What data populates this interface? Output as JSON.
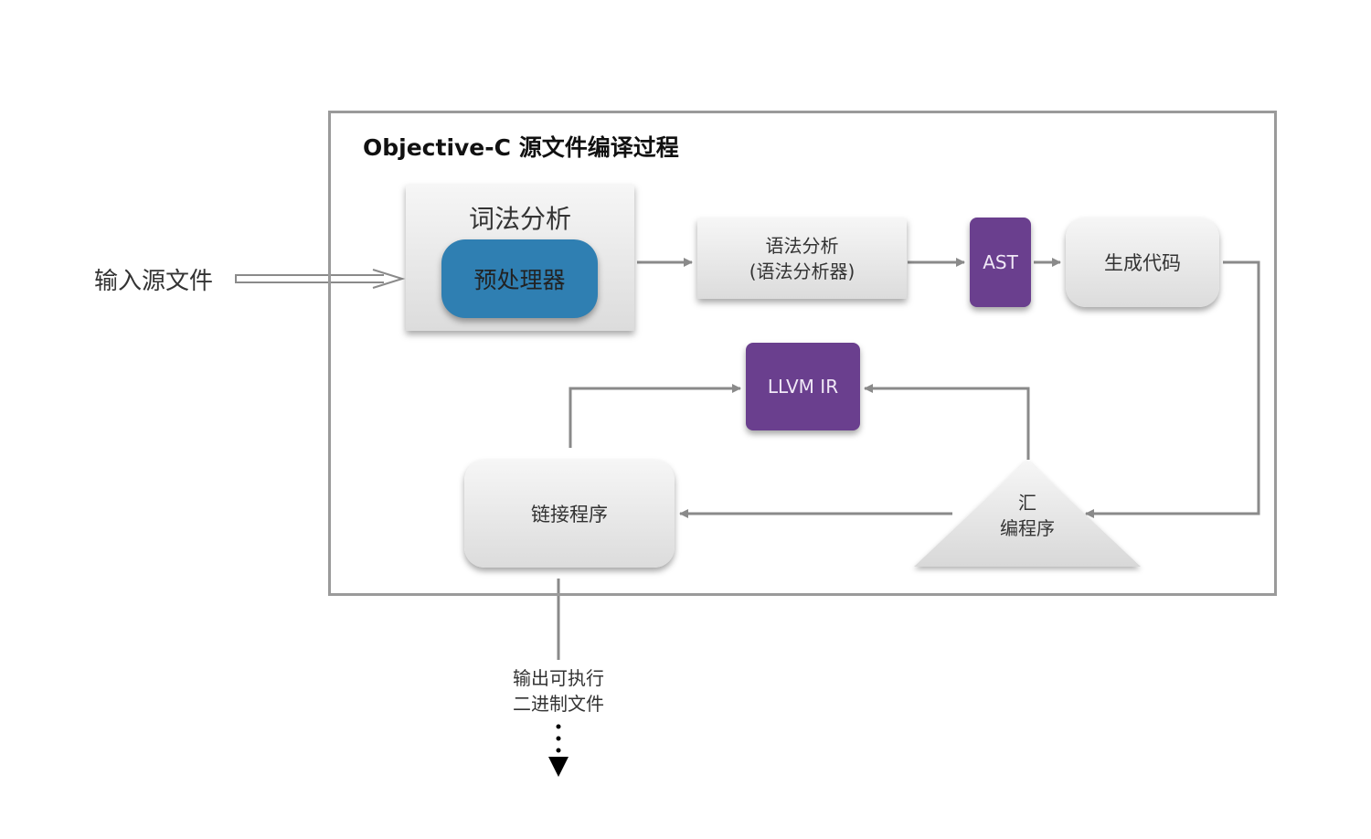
{
  "title": "Objective-C 源文件编译过程",
  "input_label": "输入源文件",
  "lexer": {
    "title": "词法分析",
    "preprocessor": "预处理器"
  },
  "parser": {
    "line1": "语法分析",
    "line2": "(语法分析器)"
  },
  "ast": "AST",
  "codegen": "生成代码",
  "llvm_ir": "LLVM IR",
  "assembler": {
    "line1": "汇",
    "line2": "编程序"
  },
  "linker": "链接程序",
  "output_label": {
    "line1": "输出可执行",
    "line2": "二进制文件"
  },
  "colors": {
    "frame": "#9a9a9a",
    "arrow": "#8a8a8a",
    "purple": "#6a3f8e",
    "blue": "#2f7fb2"
  }
}
